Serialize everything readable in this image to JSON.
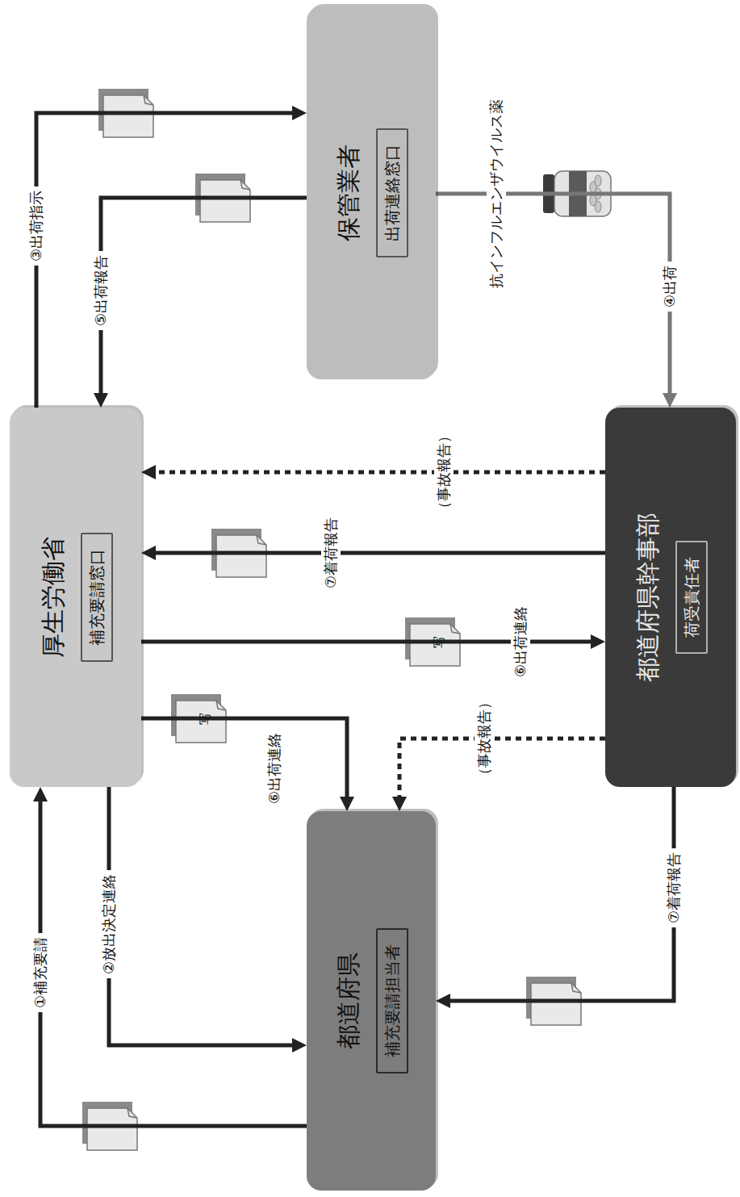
{
  "diagram": {
    "nodes": [
      {
        "text": [
          "厚生労働省"
        ]
      },
      {
        "text": [
          "補充要請窓口"
        ],
        "in": 0
      },
      {
        "text": [
          "保管業者"
        ]
      },
      {
        "text": [
          "出荷連絡窓口"
        ],
        "in": 2
      },
      {
        "text": [
          "都道府県幹事部"
        ]
      },
      {
        "text": [
          "荷受責任者"
        ],
        "in": 4
      },
      {
        "text": [
          "都道府県"
        ]
      },
      {
        "text": [
          "補充要請担当者"
        ],
        "in": 6
      }
    ],
    "edges": [
      {
        "from": 6,
        "to": 0,
        "label": "①補充要請",
        "arrow": "to"
      },
      {
        "from": 0,
        "to": 6,
        "label": "②放出決定連絡",
        "arrow": "to"
      },
      {
        "from": 0,
        "to": 2,
        "label": "③出荷指示",
        "arrow": "to"
      },
      {
        "from": 2,
        "to": 0,
        "label": "⑤出荷報告",
        "arrow": "to"
      },
      {
        "from": 2,
        "to": 4,
        "label": "④出荷",
        "arrow": "to"
      },
      {
        "from": 0,
        "to": 4,
        "label": "⑥出荷連絡",
        "arrow": "to"
      },
      {
        "from": 4,
        "to": 0,
        "label": "⑦着荷報告",
        "arrow": "to"
      },
      {
        "from": 4,
        "to": 0,
        "label": "（事故報告）",
        "arrow": "to"
      },
      {
        "from": 0,
        "to": 6,
        "label": "⑥出荷連絡",
        "arrow": "to"
      },
      {
        "from": 4,
        "to": 6,
        "label": "（事故報告）",
        "arrow": "to"
      },
      {
        "from": 4,
        "to": 6,
        "label": "⑦着荷報告",
        "arrow": "to"
      }
    ],
    "labels": [
      "抗インフルエンザウイルス薬",
      "写",
      "写"
    ]
  }
}
